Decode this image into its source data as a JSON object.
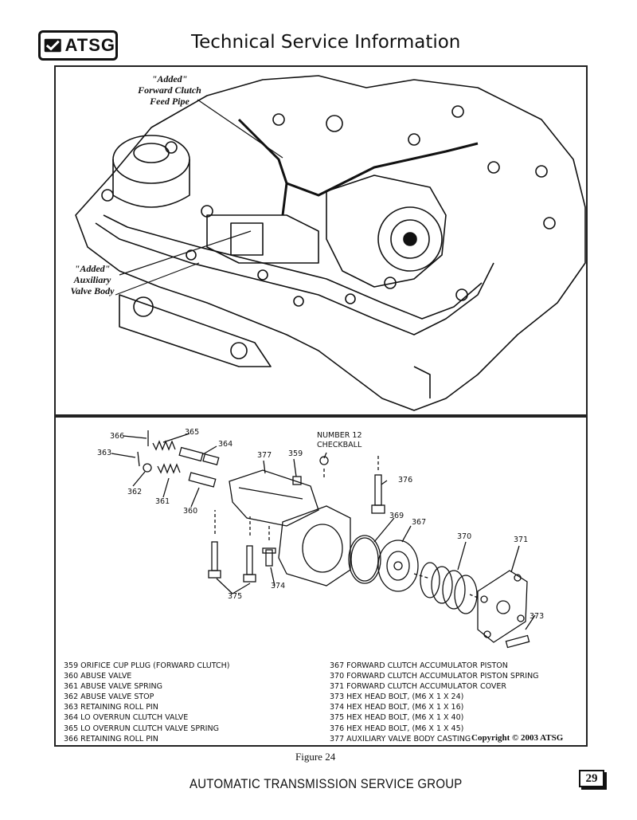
{
  "header": {
    "logo_text": "ATSG",
    "title": "Technical Service Information"
  },
  "top_figure": {
    "callout_feed_pipe": [
      "\"Added\"",
      "Forward Clutch",
      "Feed Pipe"
    ],
    "callout_valve_body": [
      "\"Added\"",
      "Auxiliary",
      "Valve Body"
    ]
  },
  "exploded_view": {
    "labels": {
      "p366": "366",
      "p365": "365",
      "p364": "364",
      "p363": "363",
      "p362": "362",
      "p361": "361",
      "p360": "360",
      "p377": "377",
      "p359": "359",
      "checkball": [
        "NUMBER 12",
        "CHECKBALL"
      ],
      "p376": "376",
      "p369": "369",
      "p367": "367",
      "p370": "370",
      "p371": "371",
      "p373": "373",
      "p374": "374",
      "p375": "375"
    },
    "legend_left": [
      "359  ORIFICE CUP PLUG (FORWARD CLUTCH)",
      "360  ABUSE VALVE",
      "361  ABUSE VALVE SPRING",
      "362  ABUSE VALVE STOP",
      "363  RETAINING ROLL PIN",
      "364  LO OVERRUN CLUTCH VALVE",
      "365  LO OVERRUN CLUTCH VALVE SPRING",
      "366  RETAINING ROLL PIN"
    ],
    "legend_right": [
      "367  FORWARD CLUTCH ACCUMULATOR PISTON",
      "370  FORWARD CLUTCH ACCUMULATOR PISTON SPRING",
      "371  FORWARD CLUTCH ACCUMULATOR COVER",
      "373  HEX HEAD BOLT, (M6 X 1 X 24)",
      "374  HEX HEAD BOLT, (M6 X 1 X 16)",
      "375  HEX HEAD BOLT, (M6 X 1 X 40)",
      "376  HEX HEAD BOLT, (M6 X 1 X 45)",
      "377  AUXILIARY VALVE BODY CASTING"
    ],
    "copyright": "Copyright © 2003 ATSG"
  },
  "footer": {
    "figure_caption": "Figure 24",
    "organization": "AUTOMATIC TRANSMISSION SERVICE GROUP",
    "page_number": "29"
  }
}
